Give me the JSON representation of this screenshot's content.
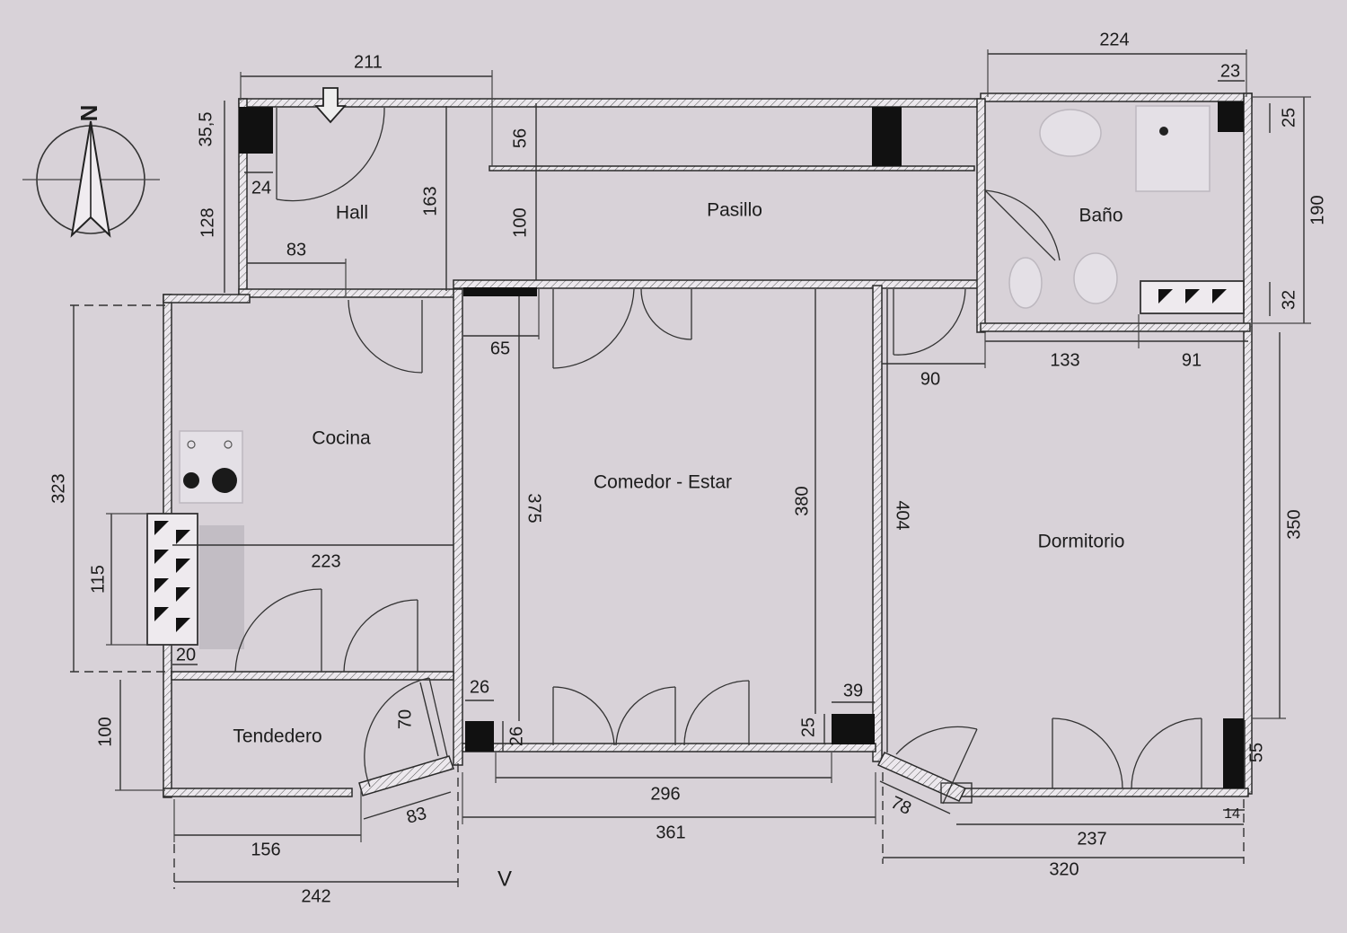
{
  "rooms": {
    "hall": "Hall",
    "pasillo": "Pasillo",
    "bano": "Baño",
    "cocina": "Cocina",
    "comedor": "Comedor - Estar",
    "dormitorio": "Dormitorio",
    "tendedero": "Tendedero"
  },
  "dims": {
    "d211": "211",
    "d224": "224",
    "d23": "23",
    "d25": "25",
    "d190": "190",
    "d32": "32",
    "d35_5": "35,5",
    "d24": "24",
    "d128": "128",
    "d56": "56",
    "d163": "163",
    "d100a": "100",
    "d83a": "83",
    "d65": "65",
    "d133": "133",
    "d91": "91",
    "d90": "90",
    "d323": "323",
    "d375": "375",
    "d380": "380",
    "d404": "404",
    "d350": "350",
    "d223": "223",
    "d115": "115",
    "d20": "20",
    "d26a": "26",
    "d26b": "26",
    "d39": "39",
    "d25b": "25",
    "d100b": "100",
    "d70": "70",
    "d83b": "83",
    "d296": "296",
    "d361": "361",
    "d78": "78",
    "d55": "55",
    "d14": "14",
    "d237": "237",
    "d320": "320",
    "d156": "156",
    "d242": "242"
  },
  "compass": {
    "north": "N"
  },
  "marks": {
    "v": "V"
  }
}
